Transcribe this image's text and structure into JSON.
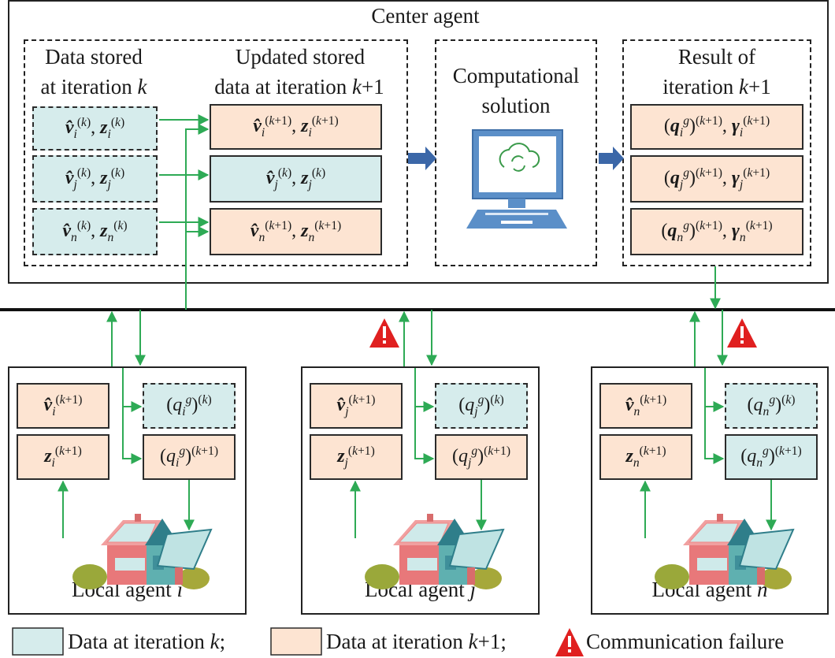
{
  "center_agent": {
    "title": "Center agent",
    "stored_k": {
      "title_line1": "Data stored",
      "title_line2": "at iteration k",
      "items": [
        {
          "text": "v̂ᵢ⁽ᵏ⁾, zᵢ⁽ᵏ⁾",
          "state": "iteration_k"
        },
        {
          "text": "v̂ⱼ⁽ᵏ⁾, zⱼ⁽ᵏ⁾",
          "state": "iteration_k"
        },
        {
          "text": "v̂ₙ⁽ᵏ⁾, zₙ⁽ᵏ⁾",
          "state": "iteration_k"
        }
      ]
    },
    "updated_k1": {
      "title_line1": "Updated stored",
      "title_line2": "data at iteration k+1",
      "items": [
        {
          "text": "v̂ᵢ⁽ᵏ⁺¹⁾, zᵢ⁽ᵏ⁺¹⁾",
          "state": "iteration_k+1"
        },
        {
          "text": "v̂ⱼ⁽ᵏ⁾, zⱼ⁽ᵏ⁾",
          "state": "iteration_k"
        },
        {
          "text": "v̂ₙ⁽ᵏ⁺¹⁾, zₙ⁽ᵏ⁺¹⁾",
          "state": "iteration_k+1"
        }
      ]
    },
    "computational": {
      "title_line1": "Computational",
      "title_line2": "solution",
      "icon": "computer-cloud-sync-icon"
    },
    "result": {
      "title_line1": "Result of",
      "title_line2": "iteration k+1",
      "items": [
        {
          "text": "(qᵢᵍ)⁽ᵏ⁺¹⁾, γᵢ⁽ᵏ⁺¹⁾",
          "state": "iteration_k+1"
        },
        {
          "text": "(qⱼᵍ)⁽ᵏ⁺¹⁾, γⱼ⁽ᵏ⁺¹⁾",
          "state": "iteration_k+1"
        },
        {
          "text": "(qₙᵍ)⁽ᵏ⁺¹⁾, γₙ⁽ᵏ⁺¹⁾",
          "state": "iteration_k+1"
        }
      ]
    }
  },
  "local_agents": [
    {
      "name": "Local agent i",
      "sub": "i",
      "v": "v̂ᵢ⁽ᵏ⁺¹⁾",
      "z": "zᵢ⁽ᵏ⁺¹⁾",
      "q_k": "(qᵢᵍ)⁽ᵏ⁾",
      "q_k1": "(qᵢᵍ)⁽ᵏ⁺¹⁾",
      "q_k1_state": "iteration_k+1",
      "failure": "none"
    },
    {
      "name": "Local agent j",
      "sub": "j",
      "v": "v̂ⱼ⁽ᵏ⁺¹⁾",
      "z": "zⱼ⁽ᵏ⁺¹⁾",
      "q_k": "(qⱼᵍ)⁽ᵏ⁾",
      "q_k1": "(qⱼᵍ)⁽ᵏ⁺¹⁾",
      "q_k1_state": "iteration_k+1",
      "failure": "uplink"
    },
    {
      "name": "Local agent n",
      "sub": "n",
      "v": "v̂ₙ⁽ᵏ⁺¹⁾",
      "z": "zₙ⁽ᵏ⁺¹⁾",
      "q_k": "(qₙᵍ)⁽ᵏ⁾",
      "q_k1": "(qₙᵍ)⁽ᵏ⁺¹⁾",
      "q_k1_state": "iteration_k",
      "failure": "downlink"
    }
  ],
  "legend": {
    "item_k": "Data at iteration k;",
    "item_k1": "Data at iteration k+1;",
    "item_failure": "Communication failure"
  },
  "colors": {
    "iteration_k": "#d6ecec",
    "iteration_k1": "#fde4d2",
    "arrow_green": "#2eaa55",
    "block_arrow": "#3b67a8",
    "failure_red": "#e02020"
  }
}
